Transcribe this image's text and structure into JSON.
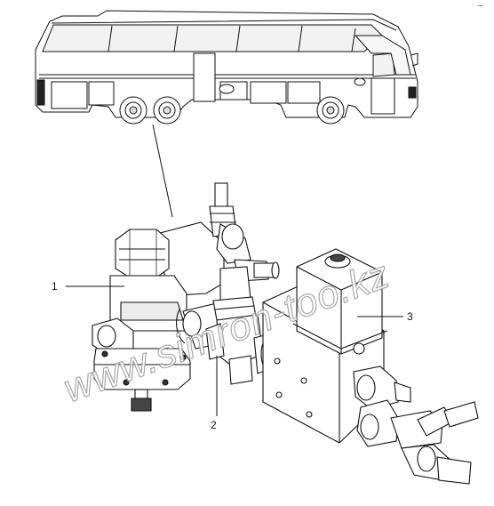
{
  "callouts": [
    {
      "id": "1",
      "label": "1"
    },
    {
      "id": "2",
      "label": "2"
    },
    {
      "id": "3",
      "label": "3"
    }
  ],
  "watermark": {
    "text": "www.simron-too.kz"
  },
  "corner_mark": {
    "text": "~"
  },
  "colors": {
    "line": "#111111",
    "fill": "#ffffff",
    "shade": "#e6e6e6",
    "watermark_stroke": "#9a9a9a"
  },
  "parts": {
    "bus": {
      "icon": "coach-bus-icon"
    },
    "valve_body": {
      "icon": "pressure-valve-icon"
    },
    "tee_fitting": {
      "icon": "tee-fitting-icon"
    },
    "solenoid": {
      "icon": "solenoid-valve-icon"
    }
  }
}
